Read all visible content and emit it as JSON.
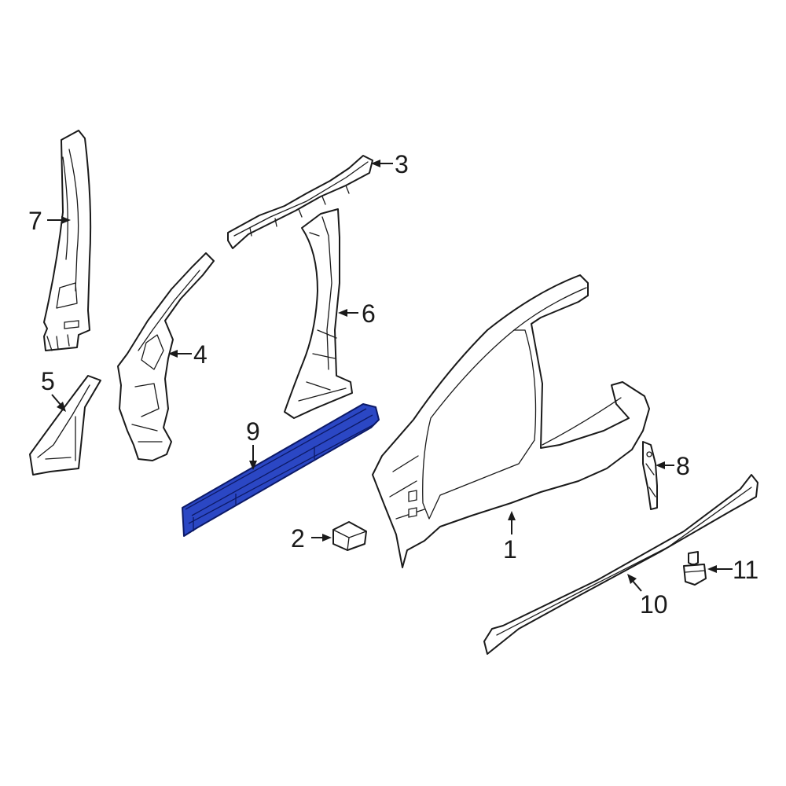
{
  "diagram": {
    "highlight_color": "#2b47c4",
    "highlighted_part": "9",
    "callouts": {
      "c1": "1",
      "c2": "2",
      "c3": "3",
      "c4": "4",
      "c5": "5",
      "c6": "6",
      "c7": "7",
      "c8": "8",
      "c9": "9",
      "c10": "10",
      "c11": "11"
    }
  }
}
